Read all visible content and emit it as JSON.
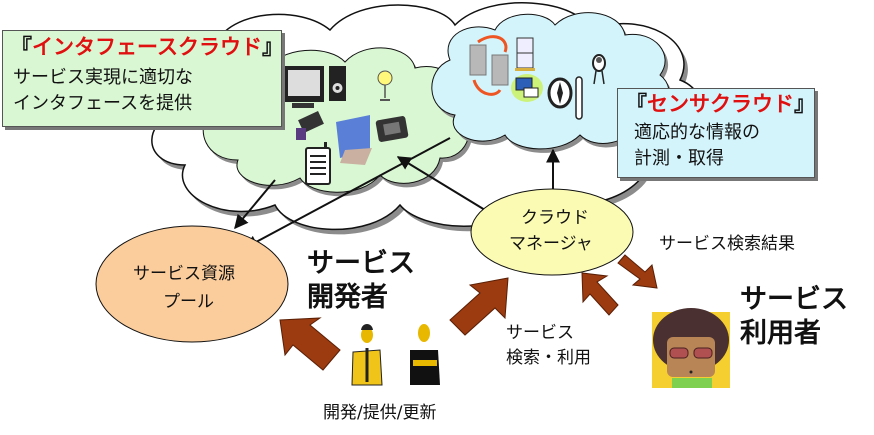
{
  "colors": {
    "interface_cloud_fill": "#d9f7d3",
    "sensor_cloud_fill": "#d4f4fb",
    "outer_cloud_fill": "#ffffff",
    "cloud_shadow": "#8c8c8c",
    "cloud_manager_fill": "#fbfbb4",
    "resource_pool_fill": "#fbcd9c",
    "thick_arrow": "#9c3a10",
    "title_red": "#e01010"
  },
  "interface_callout": {
    "bracket_open": "『",
    "title": "インタフェースクラウド",
    "bracket_close": "』",
    "line1": "サービス実現に適切な",
    "line2": "インタフェースを提供"
  },
  "sensor_callout": {
    "bracket_open": "『",
    "title": "センサクラウド",
    "bracket_close": "』",
    "line1": "適応的な情報の",
    "line2": "計測・取得"
  },
  "cloud_manager": {
    "line1": "クラウド",
    "line2": "マネージャ"
  },
  "resource_pool": {
    "line1": "サービス資源",
    "line2": "プール"
  },
  "developer": {
    "line1": "サービス",
    "line2": "開発者",
    "action": "開発/提供/更新"
  },
  "user": {
    "line1": "サービス",
    "line2": "利用者"
  },
  "search_use": {
    "line1": "サービス",
    "line2": "検索・利用"
  },
  "search_result": "サービス検索結果",
  "icons": {
    "interface_cloud": [
      "monitor-icon",
      "speaker-icon",
      "light-bulb-icon",
      "video-camera-icon",
      "keypad-icon",
      "folder-icon",
      "telephone-icon",
      "radio-device-icon"
    ],
    "sensor_cloud": [
      "server-sync-icon",
      "door-sensor-icon",
      "computer-icon",
      "compass-icon",
      "thermometer-icon",
      "robot-sensor-icon"
    ],
    "people": [
      "developer-person-icon",
      "developer-person-icon",
      "user-avatar-icon"
    ]
  }
}
